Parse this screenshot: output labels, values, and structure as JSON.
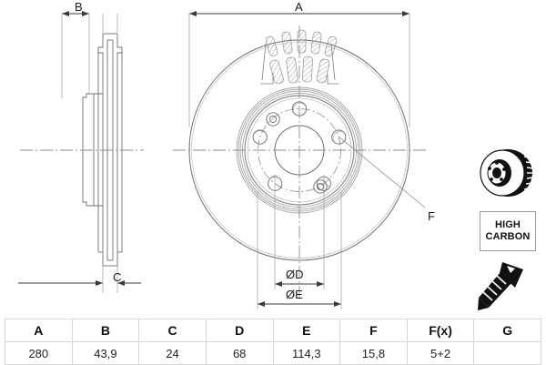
{
  "drawing": {
    "title_dimensions": {
      "overall_width": "A",
      "thickness": "B",
      "hat_depth": "C",
      "center_bore": "ØD",
      "bolt_circle": "ØE",
      "bolt_hole": "F"
    },
    "labels": {
      "a": "A",
      "b": "B",
      "c": "C",
      "d": "ØD",
      "e": "ØE",
      "f": "F"
    },
    "icons": {
      "disc_photo": "brake-disc-photo",
      "screw": "countersunk-screw-icon"
    }
  },
  "badge": {
    "line1": "HIGH",
    "line2": "CARBON"
  },
  "spec_table": {
    "headers": [
      "A",
      "B",
      "C",
      "D",
      "E",
      "F",
      "F(x)",
      "G"
    ],
    "values": [
      "280",
      "43,9",
      "24",
      "68",
      "114,3",
      "15,8",
      "5+2",
      ""
    ]
  },
  "colors": {
    "line": "#4a4a4a",
    "thin_line": "#8a8a8a",
    "center_line": "#777777",
    "text": "#1a1a1a",
    "table_border": "#d8d8d8",
    "badge_border": "#9a9a9a",
    "solid_art": "#111111"
  }
}
